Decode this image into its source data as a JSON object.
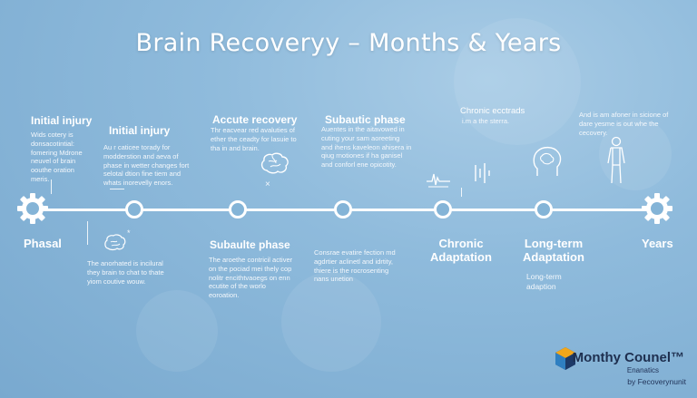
{
  "title": "Brain Recoveryy – Months & Years",
  "axis": {
    "start_label": "Phasal",
    "end_label": "Years"
  },
  "top_items": [
    {
      "title": "Initial injury",
      "desc": "Wids cotery is donsacotintial: fomering Mdrone neuvel of brain oouthe oration meris."
    },
    {
      "title": "Initial injury",
      "desc": "Au r caticee torady for modderstion and aeva of phase in wetter changes fort selotal dtion fine tiem and whats inorevelly enors."
    },
    {
      "title": "Accute recovery",
      "desc": "Thr eacvear red avaluties of ether the ceadty for lasuie to tha in and brain."
    },
    {
      "title": "Subautic phase",
      "desc": "Auentes in the aitavowed in cuting your sam aoreeting and ihens kaveleon ahisera in qiug rnotiones if ha ganisel and conforl ene opicotity."
    },
    {
      "title": "Chronic ecctrads",
      "desc": "i.m a the sterra."
    },
    {
      "title": "",
      "desc": "And is am afoner in sicione of dare yesme is out whe the cecovery."
    }
  ],
  "bottom_items": [
    {
      "title": "",
      "desc": "The anorhated is incilural they brain to chat to thate yiom coutive wouw."
    },
    {
      "title": "Subaulte phase",
      "desc": "The aroethe contricil activer on the pociad mei thely cop nolitr encithtvaoegs on enn ecutite of the worlo eoroation."
    },
    {
      "title": "",
      "desc": "Consrae evatire fection md agdrtier aclinetl and idrtity, thiere is the rocrosenting nans unetion"
    },
    {
      "title": "Chronic Adaptation",
      "desc": ""
    },
    {
      "title": "Long-term Adaptation",
      "desc": "Long-term adaption"
    }
  ],
  "brand": {
    "name": "Monthy Counel™",
    "sub": "Enanatics",
    "by": "by Fecoverynunit"
  }
}
